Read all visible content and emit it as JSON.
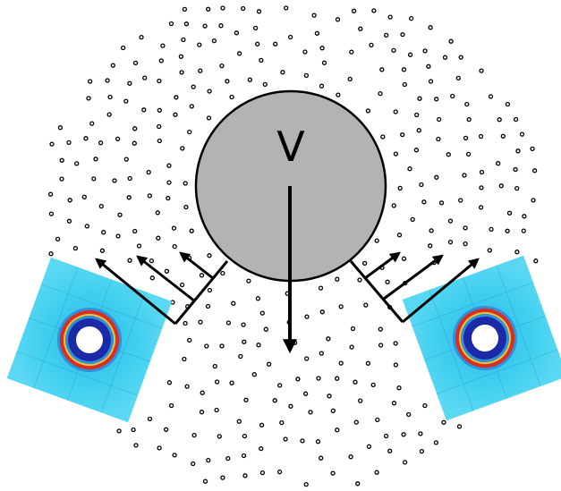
{
  "diagram": {
    "sphere_label": "V",
    "colors": {
      "sphere_fill": "#b3b3b3",
      "sphere_stroke": "#000000",
      "particle": "#000000",
      "arrow": "#000000",
      "map_bg": "#3fd0f0",
      "map_ring_dark": "#1c2aa8",
      "map_ring_hot": "#d83020",
      "map_ring_warm": "#f0c030",
      "map_hole": "#ffffff"
    },
    "panels": [
      {
        "name": "left-scattering-map"
      },
      {
        "name": "right-scattering-map"
      }
    ]
  }
}
